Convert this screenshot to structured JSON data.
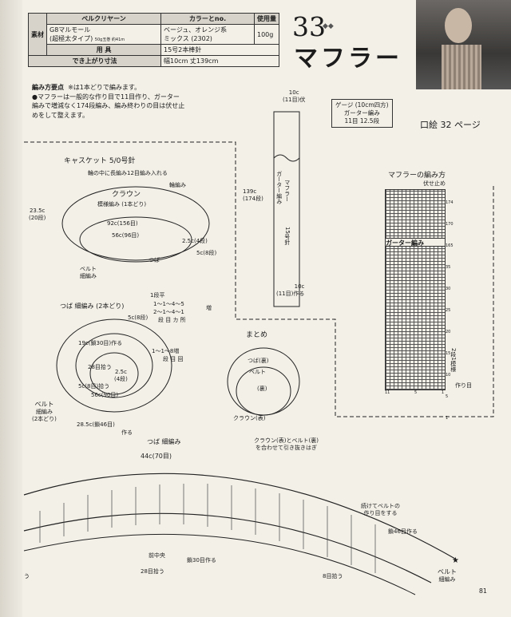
{
  "materials": {
    "label_material": "素材",
    "header_yarn": "ベルクリヤーン",
    "header_color": "カラーとno.",
    "header_amount": "使用量",
    "yarn_name": "G8マルモール",
    "yarn_type": "(超極太タイプ)",
    "yarn_spec": "50g玉巻 約41m",
    "color": "ベージュ、オレンジ系",
    "color_mix": "ミックス",
    "color_no": "(2302)",
    "amount": "100g",
    "tools_label": "用 具",
    "tools": "15号2本棒針",
    "size_label": "でき上がり寸法",
    "size": "幅10cm 丈139cm"
  },
  "title": {
    "number": "33",
    "name": "マフラー",
    "ref": "口絵 32 ページ"
  },
  "notes": {
    "heading": "編み方要点",
    "note": "※は1本どりで編みます。",
    "lines": [
      "●マフラーは一般的な作り目で11目作り、ガーター",
      "編みで増減なく174段編み、編み終わりの目は伏せ止",
      "めをして整えます。"
    ]
  },
  "gauge": {
    "title": "ゲージ (10cm四方)",
    "stitch": "ガーター編み",
    "value": "11目 12.5段"
  },
  "scarf_diagram": {
    "top_width": "10c",
    "top_stitches": "(11目)伏",
    "length": "139c",
    "rows": "(174段)",
    "label": "マフラー",
    "stitch": "ガーター編み",
    "needle": "15号針",
    "bottom_width": "10c",
    "bottom_stitches": "(11目)作る"
  },
  "chart": {
    "title": "マフラーの編み方",
    "bind_off": "伏せ止め",
    "pattern": "ガーター編み",
    "row_labels": [
      "174",
      "170",
      "165",
      "35",
      "30",
      "25",
      "20",
      "15",
      "10",
      "5",
      "1"
    ],
    "col_labels": [
      "11",
      "5",
      "1"
    ],
    "repeat": "2段1模様",
    "cast_on": "作り目"
  },
  "cap": {
    "title": "キャスケット 5/0号針",
    "rib_note": "輪の中に長編み12目編み入れる",
    "rib": "輪編み",
    "crown": "クラウン",
    "crown_pattern": "模様編み (1本どり)",
    "side_width": "23.5c",
    "side_rows": "(20段)",
    "dim1": "92c(156目)",
    "dim2": "56c(96目)",
    "brim_rows": "2.5c(4段)",
    "brim_rows2": "5c(8段)",
    "brim": "つば",
    "belt": "ベルト",
    "belt_stitch": "細編み"
  },
  "brim_detail": {
    "label": "つば",
    "stitch": "細編み (2本どり)",
    "rows1": "5c(8段)",
    "row_flat": "1段平",
    "inc1": "1〜1〜4〜5",
    "inc2": "2〜1〜4〜1",
    "inc_labels": "段 目 カ 所",
    "inc_word": "増",
    "inc3": "1〜1〜8増",
    "inc4": "段 目 回",
    "c19": "19c(鎖30目)作る",
    "pick28": "28目拾う",
    "h25": "2.5c",
    "h25b": "(4段)",
    "pick8": "5c(8目)拾う",
    "c56": "56c(90目)",
    "belt": "ベルト",
    "belt_stitch": "細編み",
    "belt_strand": "(2本どり)",
    "c285": "28.5c(鎖46目)",
    "make": "作る"
  },
  "assembly": {
    "title": "まとめ",
    "brim_back": "つば(裏)",
    "belt": "ベルト",
    "back": "(裏)",
    "crown_front": "クラウン(表)",
    "instruction1": "クラウン(表)とベルト(裏)",
    "instruction2": "を合わせて引き抜きはぎ"
  },
  "bottom": {
    "title": "つば 細編み",
    "width": "44c(70目)",
    "cont1": "続けてベルトの",
    "cont2": "作り目をする",
    "chain46": "鎖46目作る",
    "center": "前中央",
    "chain30": "鎖30目作る",
    "pick28": "28目拾う",
    "pick8": "8目拾う",
    "belt": "ベルト",
    "belt_stitch": "細編み",
    "left_pick": "う"
  },
  "page_number": "81"
}
